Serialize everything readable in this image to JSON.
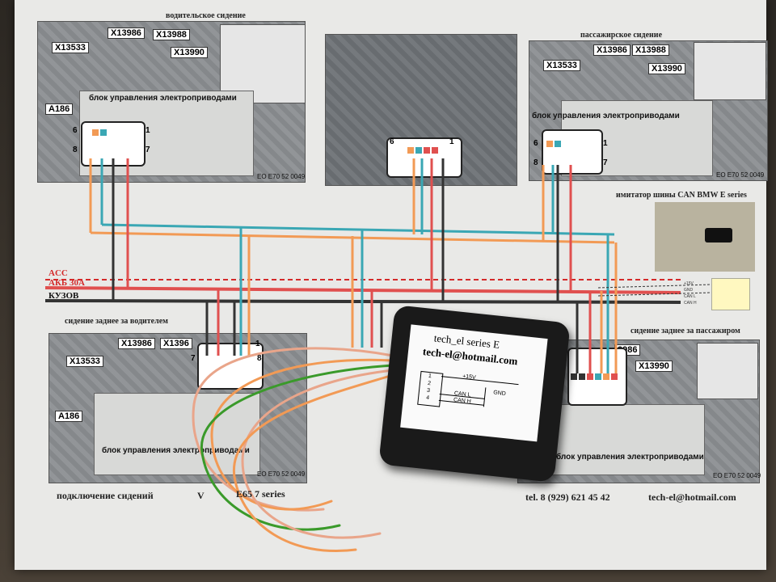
{
  "scene": "photo of a printed BMW seat wiring diagram with an adapter box and loose wires",
  "top_left": {
    "title": "водительское сидение",
    "labels": [
      "X13533",
      "X13986",
      "X13988",
      "X13990",
      "A186"
    ],
    "module": "блок управления электроприводами",
    "code": "EO E70 52 0049",
    "pins": [
      "6",
      "8",
      "1",
      "7"
    ]
  },
  "top_center": {
    "pins": [
      "6",
      "1"
    ]
  },
  "top_right": {
    "title": "пассажирское сидение",
    "labels": [
      "X13533",
      "X13986",
      "X13988",
      "X13990"
    ],
    "module": "блок управления электроприводами",
    "code": "EO E70 52 0049",
    "pins": [
      "6",
      "8",
      "1",
      "7"
    ]
  },
  "emulator": {
    "caption": "имитатор шины CAN BMW E series"
  },
  "bus": {
    "acc": "ACC",
    "akb": "АКБ 30А",
    "body": "КУЗОВ"
  },
  "bottom_left": {
    "title": "сидение заднее за водителем",
    "labels": [
      "X13533",
      "X13986",
      "X1396",
      "A186"
    ],
    "module": "блок управления электроприводами",
    "code": "EO E70 52 0049",
    "pins": [
      "7",
      "1",
      "8"
    ]
  },
  "bottom_right": {
    "title": "сидение заднее за пассажиром",
    "labels": [
      "3986",
      "X13990"
    ],
    "module": "блок управления электроприводами",
    "code": "EO E70 52 0049"
  },
  "small_table": {
    "rows": [
      "+15V",
      "GND",
      "CAN L",
      "CAN H"
    ]
  },
  "box_sticker": {
    "title": "tech_el series E",
    "email": "tech-el@hotmail.com",
    "line_15v": "+15V",
    "can_l": "CAN L",
    "can_h": "CAN H",
    "gnd": "GND",
    "pins": [
      "1",
      "2",
      "3",
      "4"
    ]
  },
  "footer": {
    "left": "подключение сидений",
    "model": "E65 7 series",
    "v": "V",
    "phone": "tel. 8 (929) 621 45 42",
    "email": "tech-el@hotmail.com"
  },
  "colors": {
    "wire_red": "#f0544f",
    "wire_orange": "#f29a55",
    "wire_teal": "#3aa7b4",
    "wire_black": "#2a2a2a",
    "wire_green": "#3a9a2a",
    "wire_pink": "#e9a58a",
    "bus_acc": "#d42a2a",
    "bus_akb": "#d84040"
  }
}
